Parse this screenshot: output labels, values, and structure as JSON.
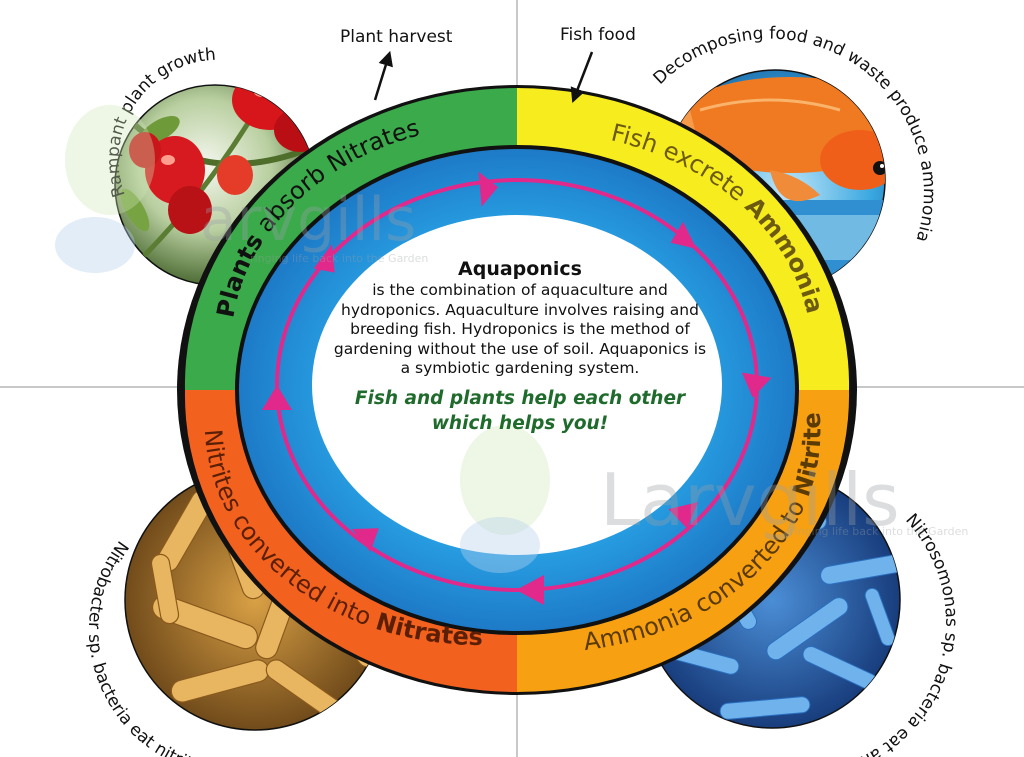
{
  "center": {
    "title": "Aquaponics",
    "body": "is the combination of aquaculture and hydroponics. Aquaculture involves raising and breeding fish. Hydroponics is the method of gardening without the use of soil. Aquaponics is a symbiotic gardening system.",
    "tagline": "Fish and plants help each other which helps you!"
  },
  "top_labels": {
    "plant_harvest": "Plant harvest",
    "fish_food": "Fish food"
  },
  "quadrants": {
    "plants": {
      "bold": "Plants",
      "rest": " absorb Nitrates",
      "color": "#3aaa4a",
      "text_color": "#111111"
    },
    "fish": {
      "rest": "Fish excrete ",
      "bold": "Ammonia",
      "color": "#f7ec1e",
      "text_color": "#6b5a10"
    },
    "ammonia": {
      "rest": "Ammonia converted to ",
      "bold": "Nitrites",
      "color": "#f7a012",
      "text_color": "#5a3a05"
    },
    "nitrites": {
      "rest": "Nitrites converted into ",
      "bold": "Nitrates",
      "color": "#f2611e",
      "text_color": "#5a1f05"
    }
  },
  "photo_labels": {
    "top_left": "Rampant plant growth",
    "top_right": "Decomposing food and waste produce ammonia",
    "bottom_right": "Nitrosomonas sp. bacteria eat ammonia to grow",
    "bottom_left": "Nitrobacter sp. bacteria eat nitrite to grow"
  },
  "watermarks": {
    "top_left": "arvgills",
    "top_left_sub": "ringing life back into the Garden",
    "bottom_right": "Larvgills",
    "bottom_right_sub": "ringing life back into the Garden"
  },
  "colors": {
    "ring_outline": "#111111",
    "inner_blue": "#1f7fd0",
    "inner_blue_light": "#2aa6e8",
    "cycle_arrow": "#e0298a",
    "divider": "#c8c8c8"
  },
  "icons": {
    "photo_top_left": "tomato-plant-photo",
    "photo_top_right": "goldfish-photo",
    "photo_bottom_right": "blue-bacteria-photo",
    "photo_bottom_left": "orange-bacteria-photo"
  }
}
